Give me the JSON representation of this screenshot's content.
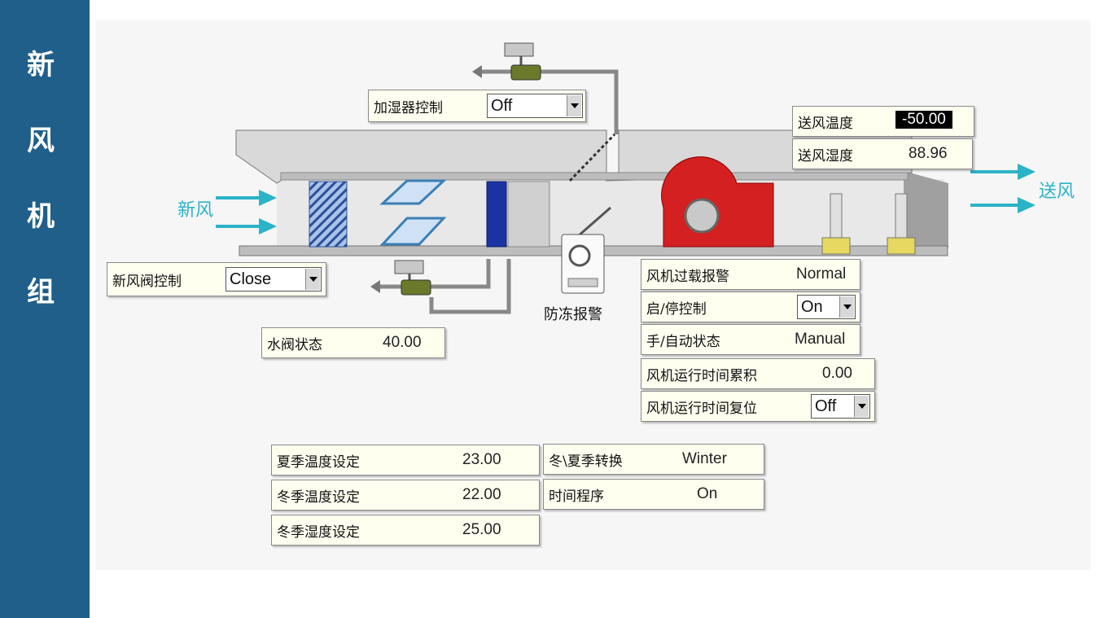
{
  "sidebar": {
    "chars": [
      "新",
      "风",
      "机",
      "组"
    ]
  },
  "flow": {
    "inlet_label": "新风",
    "outlet_label": "送风"
  },
  "humidifier": {
    "label": "加湿器控制",
    "value": "Off"
  },
  "supply_temp": {
    "label": "送风温度",
    "value": "-50.00"
  },
  "supply_humidity": {
    "label": "送风湿度",
    "value": "88.96"
  },
  "damper": {
    "label": "新风阀控制",
    "value": "Close"
  },
  "water_valve": {
    "label": "水阀状态",
    "value": "40.00"
  },
  "antifreeze": {
    "label": "防冻报警"
  },
  "fan_overload": {
    "label": "风机过载报警",
    "value": "Normal"
  },
  "start_stop": {
    "label": "启/停控制",
    "value": "On"
  },
  "hand_auto": {
    "label": "手/自动状态",
    "value": "Manual"
  },
  "run_time_total": {
    "label": "风机运行时间累积",
    "value": "0.00"
  },
  "run_time_reset": {
    "label": "风机运行时间复位",
    "value": "Off"
  },
  "summer_temp": {
    "label": "夏季温度设定",
    "value": "23.00"
  },
  "winter_temp": {
    "label": "冬季温度设定",
    "value": "22.00"
  },
  "winter_humidity": {
    "label": "冬季湿度设定",
    "value": "25.00"
  },
  "season_switch": {
    "label": "冬\\夏季转换",
    "value": "Winter"
  },
  "time_schedule": {
    "label": "时间程序",
    "value": "On"
  },
  "colors": {
    "sidebar": "#1f5f8a",
    "flow_arrow": "#2bb3c7",
    "fan": "#d42020",
    "panel_bg": "#f6f6f6"
  }
}
